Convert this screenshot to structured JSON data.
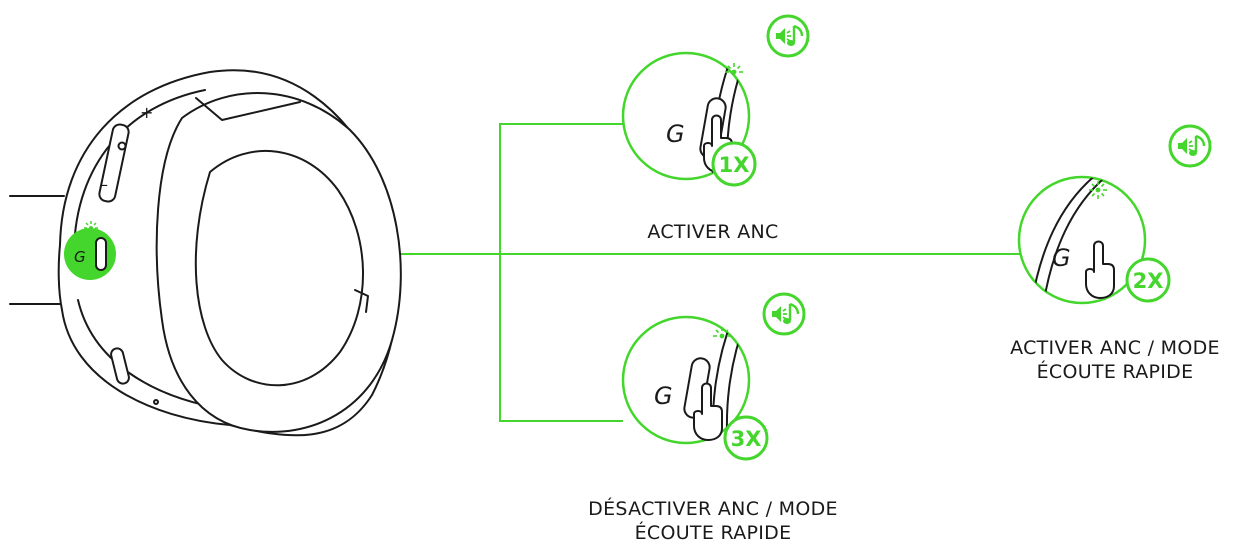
{
  "accent_color": "#44d62c",
  "line_color": "#1a1a1a",
  "steps": [
    {
      "id": "1x",
      "tap_label": "1X",
      "caption_lines": [
        "ACTIVER ANC"
      ],
      "icon": "audio-prompt-icon"
    },
    {
      "id": "2x",
      "tap_label": "2X",
      "caption_lines": [
        "ACTIVER ANC / MODE",
        "ÉCOUTE RAPIDE"
      ],
      "icon": "audio-prompt-icon"
    },
    {
      "id": "3x",
      "tap_label": "3X",
      "caption_lines": [
        "DÉSACTIVER ANC / MODE",
        "ÉCOUTE RAPIDE"
      ],
      "icon": "audio-prompt-icon"
    }
  ],
  "headset": {
    "volume_plus": "+",
    "volume_minus": "–",
    "anc_button_glyph": "G"
  }
}
